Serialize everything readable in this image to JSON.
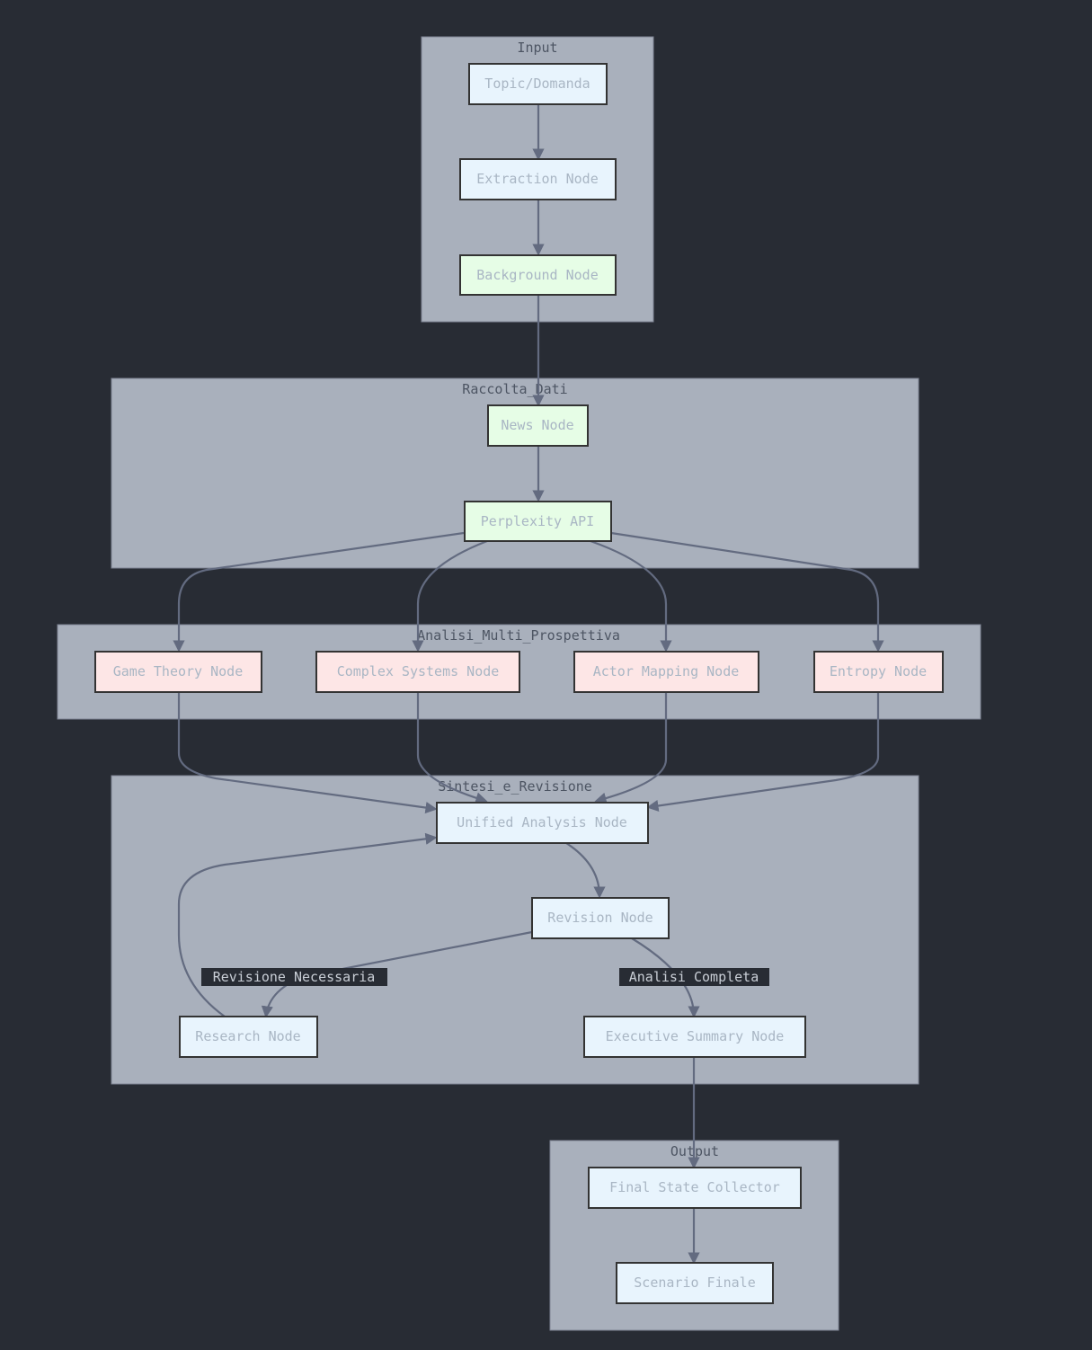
{
  "colors": {
    "background": "#282c34",
    "cluster_fill": "#a9b0bc",
    "node_default": "#e8f4fd",
    "node_data": "#e6fde6",
    "node_analysis": "#fde6e6",
    "edge": "#636b80"
  },
  "clusters": {
    "input": "Input",
    "raccolta": "Raccolta_Dati",
    "analisi": "Analisi_Multi_Prospettiva",
    "sintesi": "Sintesi_e_Revisione",
    "output": "Output"
  },
  "nodes": {
    "topic": "Topic/Domanda",
    "extraction": "Extraction Node",
    "background": "Background Node",
    "news": "News Node",
    "perplexity": "Perplexity API",
    "game_theory": "Game Theory Node",
    "complex_systems": "Complex Systems Node",
    "actor_mapping": "Actor Mapping Node",
    "entropy": "Entropy Node",
    "unified": "Unified Analysis Node",
    "revision": "Revision Node",
    "research": "Research Node",
    "executive": "Executive Summary Node",
    "final_state": "Final State Collector",
    "scenario": "Scenario Finale"
  },
  "edge_labels": {
    "revisione": "Revisione Necessaria",
    "completa": "Analisi Completa"
  }
}
